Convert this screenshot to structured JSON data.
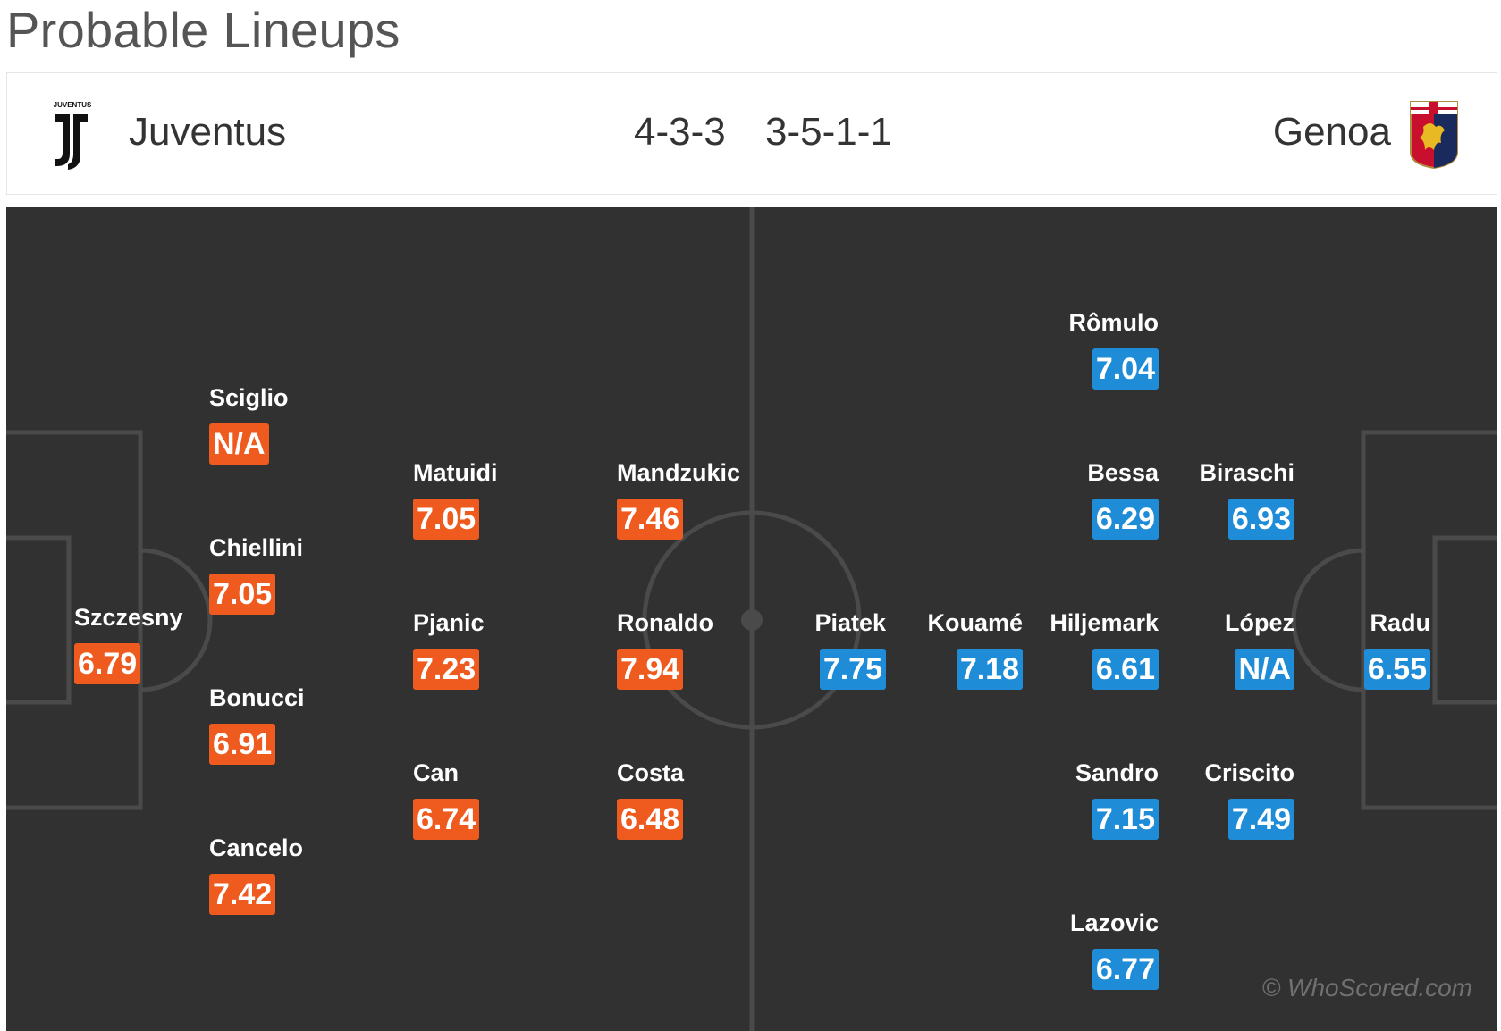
{
  "page": {
    "title": "Probable Lineups"
  },
  "match": {
    "home": {
      "name": "Juventus",
      "formation": "4-3-3",
      "badge_text": "JUVENTUS",
      "color": "#ef5a1e"
    },
    "away": {
      "name": "Genoa",
      "formation": "3-5-1-1",
      "color": "#1f8cd7"
    }
  },
  "home_players": [
    {
      "name": "Szczesny",
      "rating": "6.79"
    },
    {
      "name": "Sciglio",
      "rating": "N/A"
    },
    {
      "name": "Chiellini",
      "rating": "7.05"
    },
    {
      "name": "Bonucci",
      "rating": "6.91"
    },
    {
      "name": "Cancelo",
      "rating": "7.42"
    },
    {
      "name": "Matuidi",
      "rating": "7.05"
    },
    {
      "name": "Pjanic",
      "rating": "7.23"
    },
    {
      "name": "Can",
      "rating": "6.74"
    },
    {
      "name": "Mandzukic",
      "rating": "7.46"
    },
    {
      "name": "Ronaldo",
      "rating": "7.94"
    },
    {
      "name": "Costa",
      "rating": "6.48"
    }
  ],
  "away_players": [
    {
      "name": "Piatek",
      "rating": "7.75"
    },
    {
      "name": "Kouamé",
      "rating": "7.18"
    },
    {
      "name": "Rômulo",
      "rating": "7.04"
    },
    {
      "name": "Bessa",
      "rating": "6.29"
    },
    {
      "name": "Hiljemark",
      "rating": "6.61"
    },
    {
      "name": "Sandro",
      "rating": "7.15"
    },
    {
      "name": "Lazovic",
      "rating": "6.77"
    },
    {
      "name": "Biraschi",
      "rating": "6.93"
    },
    {
      "name": "López",
      "rating": "N/A"
    },
    {
      "name": "Criscito",
      "rating": "7.49"
    },
    {
      "name": "Radu",
      "rating": "6.55"
    }
  ],
  "watermark": "© WhoScored.com"
}
